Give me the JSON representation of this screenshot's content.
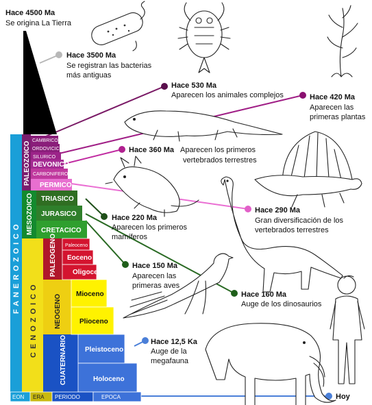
{
  "annotations": {
    "origin": {
      "time": "Hace 4500 Ma",
      "text": "Se origina La Tierra"
    },
    "bacteria": {
      "time": "Hace 3500 Ma",
      "line1": "Se registran las bacterias",
      "line2": "más antiguas"
    },
    "complex": {
      "time": "Hace 530 Ma",
      "line1": "Aparecen los animales complejos"
    },
    "plants": {
      "time": "Hace 420 Ma",
      "line1": "Aparecen las",
      "line2": "primeras plantas"
    },
    "vert360": {
      "time": "Hace 360 Ma",
      "line1": "Aparecen los primeros",
      "line2": "vertebrados terrestres"
    },
    "div290": {
      "time": "Hace 290 Ma",
      "line1": "Gran diversificación de los",
      "line2": "vertebrados terrestres"
    },
    "mam220": {
      "time": "Hace 220 Ma",
      "line1": "Aparecen los primeros",
      "line2": "mamíferos"
    },
    "aves150": {
      "time": "Hace 150 Ma",
      "line1": "Aparecen las",
      "line2": "primeras aves"
    },
    "dino160": {
      "time": "Hace 160 Ma",
      "line1": "Auge de los dinosaurios"
    },
    "mega12": {
      "time": "Hace 12,5 Ka",
      "line1": "Auge de la",
      "line2": "megafauna"
    },
    "today": {
      "text": "Hoy"
    }
  },
  "eon": {
    "name": "FANEROZOICO"
  },
  "eras": {
    "paleozoico": "PALEOZOICO",
    "mesozoico": "MESOZOICO",
    "cenozoico": "CENOZOICO"
  },
  "periods": {
    "cambrico": "CAMBRICO",
    "ordovicico": "ORDOVICICO",
    "silurico": "SILURICO",
    "devonico": "DEVONICO",
    "carbonifero": "CARBONIFERO",
    "permico": "PERMICO",
    "triasico": "TRIASICO",
    "jurasico": "JURASICO",
    "cretacico": "CRETACICO",
    "paleogeno": "PALEOGENO",
    "neogeno": "NEOGENO",
    "cuaternario": "CUATERNARIO"
  },
  "epochs": {
    "paleoceno": "Paleoceno",
    "eoceno": "Eoceno",
    "oligoceno": "Oligoceno",
    "mioceno": "Mioceno",
    "plioceno": "Plioceno",
    "pleistoceno": "Pleistoceno",
    "holoceno": "Holoceno"
  },
  "axis": {
    "eon": "EON",
    "era": "ERA",
    "periodo": "PERIODO",
    "epoca": "EPOCA"
  },
  "colors": {
    "eon": "#1a9fd8",
    "paleozoico": "#7a1d6e",
    "mesozoico": "#138a2e",
    "cenozoico": "#f2df1a",
    "paleo_period": "#8a1e7a",
    "permico": "#e86fd0",
    "triasico": "#2f6e22",
    "jurasico": "#2f7f2b",
    "cretacico": "#2f9f2e",
    "paleogeno": "#b0162b",
    "neogeno": "#eecf12",
    "cuaternario": "#1a52c4",
    "epoch_red": "#d4142f",
    "epoch_yellow": "#fff200",
    "epoch_blue": "#3d72d9",
    "link_purple": "#8a1a6f",
    "link_magenta": "#c02aa0",
    "link_pink": "#e86fd0",
    "link_green": "#1f5f1f",
    "link_blue": "#4a7fd8",
    "link_grey": "#b8b8b8"
  }
}
